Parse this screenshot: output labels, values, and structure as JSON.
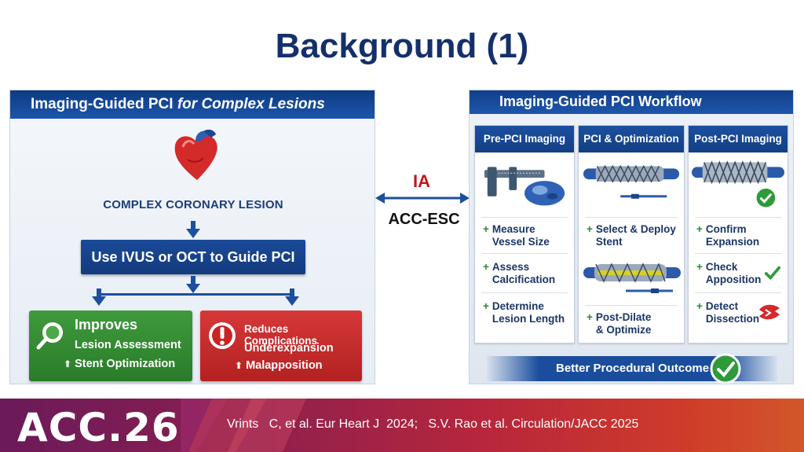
{
  "slide": {
    "title": "Background (1)"
  },
  "left_panel": {
    "header_main": "Imaging-Guided PCI",
    "header_italic": "for Complex Lesions",
    "lesion_label": "COMPLEX CORONARY LESION",
    "guide_box": "Use IVUS or OCT to Guide PCI",
    "improves": {
      "title": "Improves",
      "line1": "Lesion Assessment",
      "arrow": "⬆",
      "line2": "Stent Optimization"
    },
    "reduces": {
      "title": "Reduces Complications",
      "line1": "Underexpansion",
      "arrow": "⬆",
      "line2": "Malapposition"
    }
  },
  "connector": {
    "top_label": "IA",
    "bottom_label": "ACC-ESC"
  },
  "right_panel": {
    "header": "Imaging-Guided PCI Workflow",
    "columns": [
      {
        "title": "Pre-PCI Imaging",
        "items": [
          [
            "Measure",
            "Vessel Size"
          ],
          [
            "Assess",
            "Calcification"
          ],
          [
            "Determine",
            "Lesion Length"
          ]
        ]
      },
      {
        "title": "PCI & Optimization",
        "items": [
          [
            "Select & Deploy",
            "Stent"
          ],
          [
            "Post-Dilate",
            "& Optimize"
          ]
        ]
      },
      {
        "title": "Post-PCI Imaging",
        "items": [
          [
            "Confirm",
            "Expansion"
          ],
          [
            "Check",
            "Apposition"
          ],
          [
            "Detect",
            "Dissection"
          ]
        ]
      }
    ],
    "plus_symbol": "+",
    "outcome": "Better Procedural Outcome"
  },
  "footer": {
    "logo": "ACC.26",
    "citation": "Vrints   C, et al. Eur Heart J  2024;   S.V. Rao et al. Circulation/JACC 2025"
  },
  "colors": {
    "title": "#14306b",
    "panel_header": "#1a4d9c",
    "improves": "#2f8a31",
    "reduces": "#c62a2a",
    "ia_label": "#c0161b"
  },
  "icons": [
    "heart-icon",
    "magnifier-icon",
    "warning-icon",
    "caliper-icon",
    "stent-icon",
    "check-icon",
    "dissection-icon"
  ]
}
